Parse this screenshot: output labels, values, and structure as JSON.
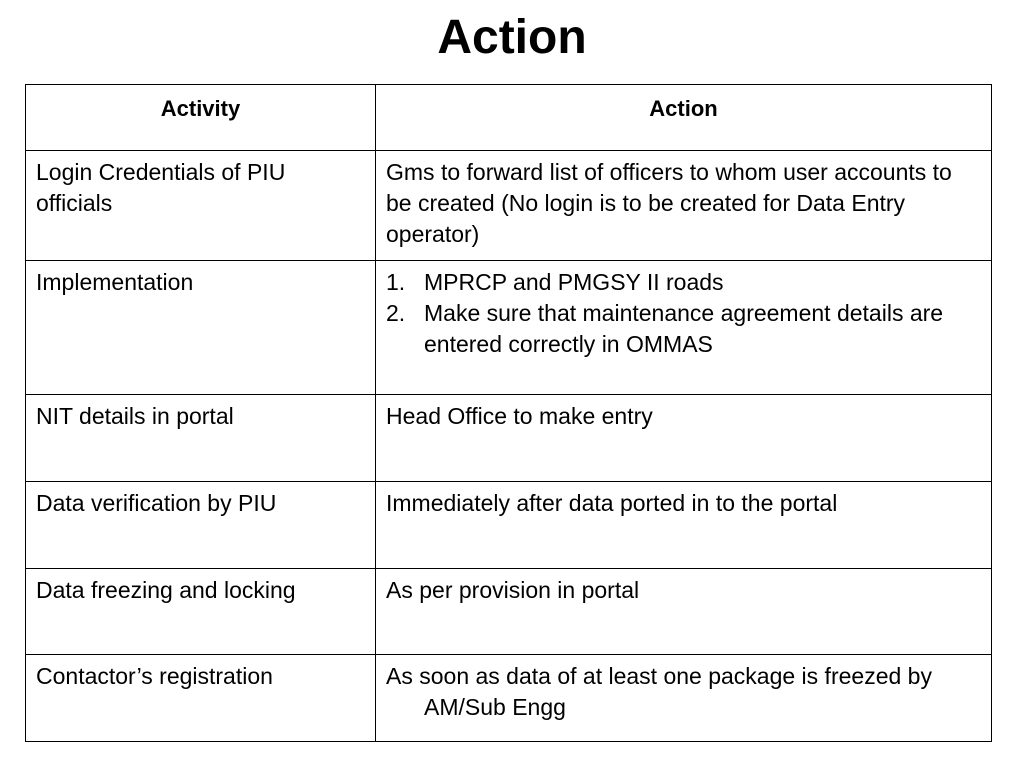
{
  "title": "Action",
  "table": {
    "headers": {
      "activity": "Activity",
      "action": "Action"
    },
    "rows": [
      {
        "activity": "Login Credentials of PIU officials",
        "action": "Gms to forward list of officers to whom user accounts to be created (No login is to be created for Data Entry operator)"
      },
      {
        "activity": "Implementation",
        "action_items": [
          {
            "num": "1.",
            "text": "MPRCP and PMGSY II roads"
          },
          {
            "num": "2.",
            "text": "Make sure that maintenance agreement details are entered correctly in  OMMAS"
          }
        ]
      },
      {
        "activity": "NIT details in  portal",
        "action": "Head Office to make entry"
      },
      {
        "activity": "Data verification by PIU",
        "action": "Immediately after  data ported in to the portal"
      },
      {
        "activity": "Data freezing and locking",
        "action": "As per provision in portal"
      },
      {
        "activity": "Contactor’s registration",
        "action": "As soon as data of at least one package is freezed by AM/Sub Engg"
      }
    ]
  }
}
